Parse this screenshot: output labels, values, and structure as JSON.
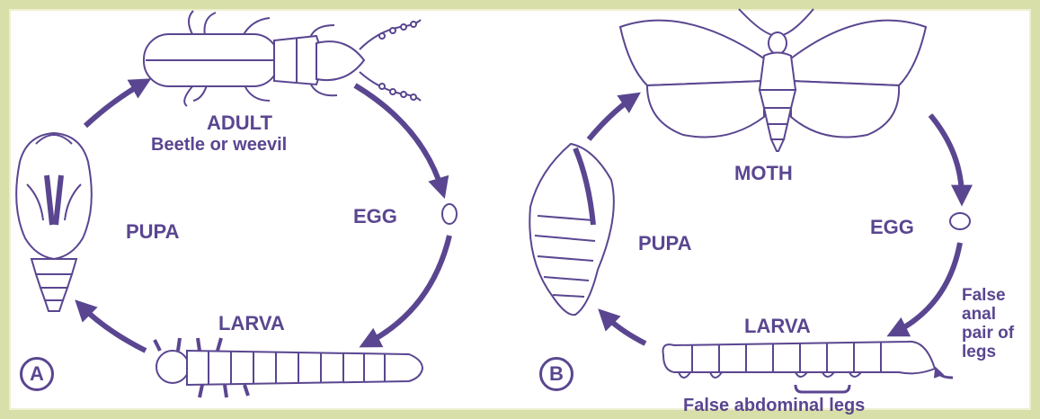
{
  "panel_a": {
    "marker": "A",
    "adult_label": "ADULT",
    "adult_sublabel": "Beetle or weevil",
    "egg_label": "EGG",
    "larva_label": "LARVA",
    "pupa_label": "PUPA"
  },
  "panel_b": {
    "marker": "B",
    "moth_label": "MOTH",
    "egg_label": "EGG",
    "larva_label": "LARVA",
    "pupa_label": "PUPA",
    "anal_legs_label": [
      "False",
      "anal",
      "pair of",
      "legs"
    ],
    "abdominal_legs_label": "False abdominal legs"
  },
  "colors": {
    "ink": "#5a4690",
    "arrow": "#5a4690",
    "frame": "#d9dfa8"
  }
}
